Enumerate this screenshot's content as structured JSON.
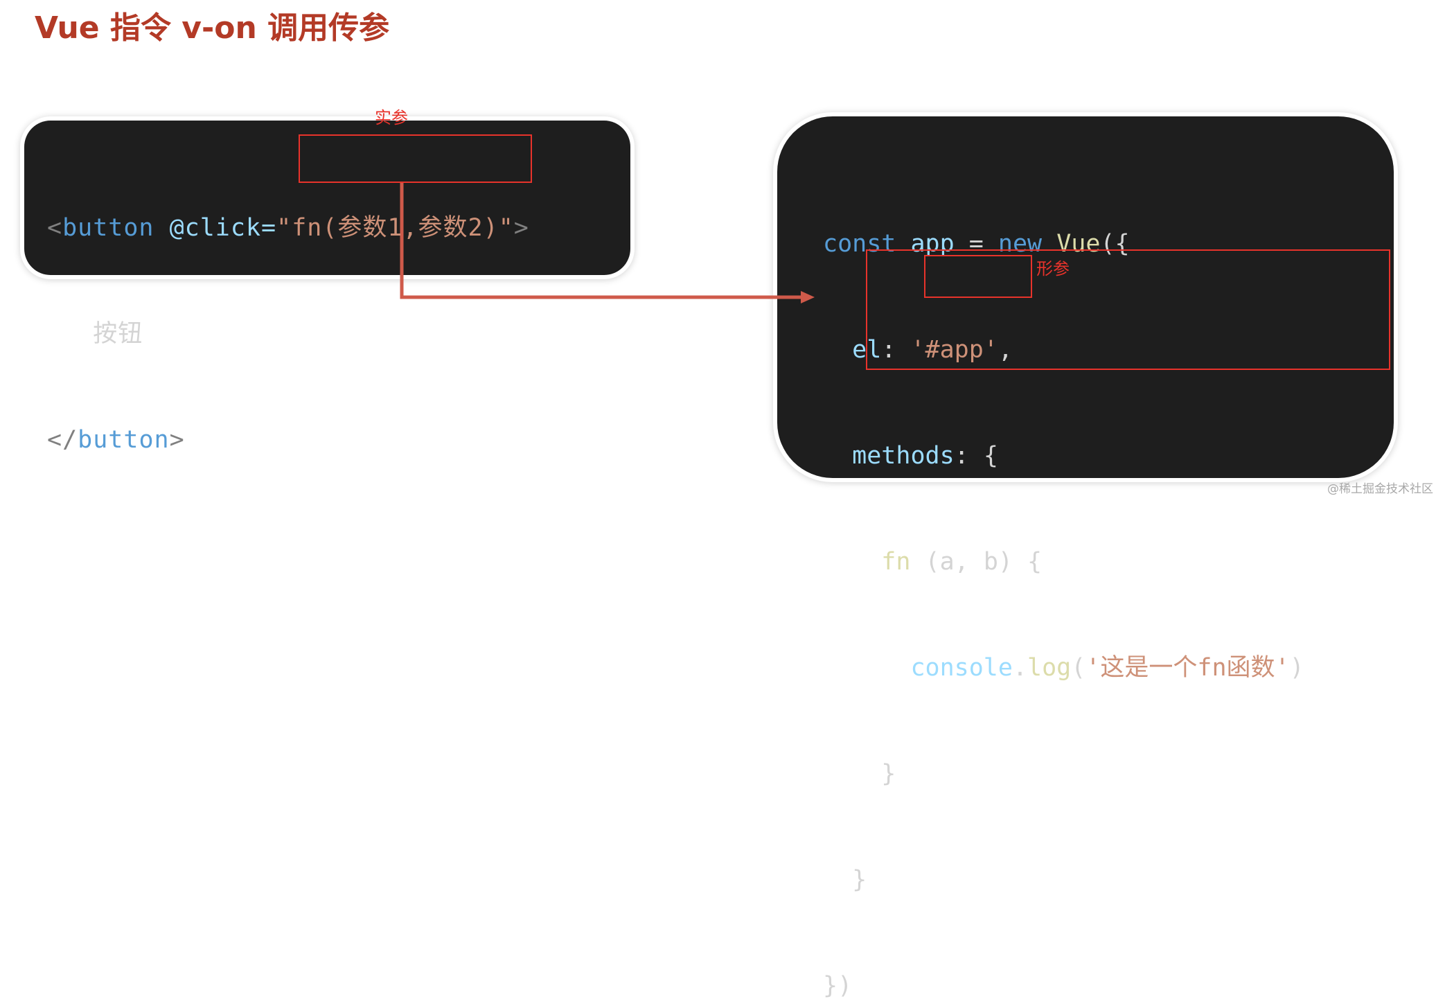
{
  "title": "Vue 指令 v-on 调用传参",
  "left_code": {
    "line1": {
      "open_bracket": "<",
      "tag": "button",
      "space": " ",
      "attr": "@click=",
      "quote_open": "\"",
      "call": "fn(参数1,参数2)",
      "quote_close": "\"",
      "close_bracket": ">"
    },
    "line2": {
      "indent": "   ",
      "text": "按钮"
    },
    "line3": {
      "open_bracket": "</",
      "tag": "button",
      "close_bracket": ">"
    }
  },
  "right_code": {
    "line1": {
      "kw_const": "const",
      "var_app": "app",
      "eq": "=",
      "kw_new": "new",
      "cls_vue": "Vue",
      "open": "({"
    },
    "line2": {
      "prop_el": "el",
      "colon": ":",
      "str_app": "'#app'",
      "comma": ","
    },
    "line3": {
      "prop_methods": "methods",
      "colon_brace": ": {"
    },
    "line4": {
      "fn_name": "fn",
      "params": "(a, b)",
      "brace": "{"
    },
    "line5": {
      "obj_console": "console",
      "dot": ".",
      "fn_log": "log",
      "paren_open": "(",
      "str_msg": "'这是一个fn函数'",
      "paren_close": ")"
    },
    "line6": {
      "brace": "}"
    },
    "line7": {
      "brace": "}"
    },
    "line8": {
      "close": "})"
    }
  },
  "labels": {
    "actual_args": "实参",
    "formal_params": "形参"
  },
  "watermark": "@稀土掘金技术社区",
  "colors": {
    "title": "#b33a26",
    "highlight": "#e8332b",
    "arrow": "#cf5a4a",
    "panel_bg": "#1e1e1e"
  }
}
